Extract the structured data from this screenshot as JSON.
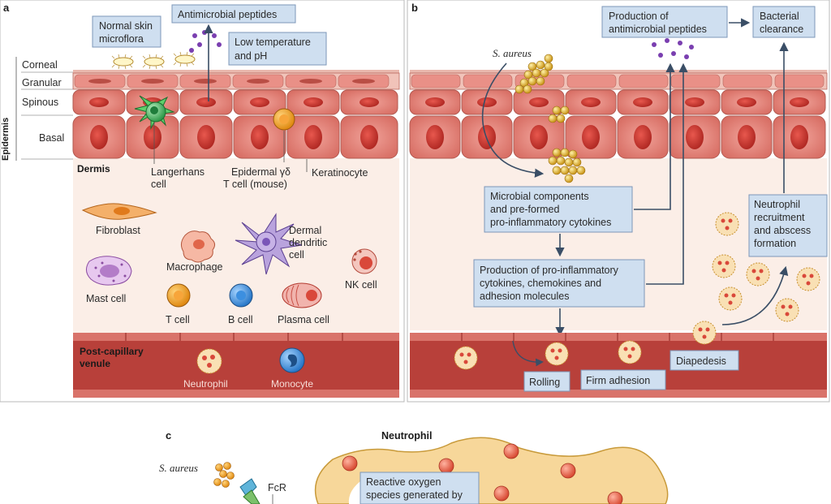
{
  "panel_a": {
    "label": "a",
    "layers": {
      "group": "Epidermis",
      "corneal": "Corneal",
      "granular": "Granular",
      "spinous": "Spinous",
      "basal": "Basal",
      "dermis": "Dermis"
    },
    "boxes": {
      "skin_microflora": [
        "Normal skin",
        "microflora"
      ],
      "antimicrobial": "Antimicrobial peptides",
      "low_temp": [
        "Low temperature",
        "and pH"
      ]
    },
    "cells": {
      "langerhans": [
        "Langerhans",
        "cell"
      ],
      "gd_t_cell": [
        "Epidermal γδ",
        "T cell (mouse)"
      ],
      "keratinocyte": "Keratinocyte",
      "fibroblast": "Fibroblast",
      "macrophage": "Macrophage",
      "dermal_dc": [
        "Dermal",
        "dendritic",
        "cell"
      ],
      "mast_cell": "Mast cell",
      "nk_cell": "NK cell",
      "t_cell": "T cell",
      "b_cell": "B cell",
      "plasma_cell": "Plasma cell"
    },
    "venule": {
      "label": [
        "Post-capillary",
        "venule"
      ],
      "neutrophil": "Neutrophil",
      "monocyte": "Monocyte"
    }
  },
  "panel_b": {
    "label": "b",
    "s_aureus": "S. aureus",
    "boxes": {
      "antimicrobial_prod": [
        "Production of",
        "antimicrobial peptides"
      ],
      "clearance": [
        "Bacterial",
        "clearance"
      ],
      "microbial": [
        "Microbial components",
        "and pre-formed",
        "pro-inflammatory cytokines"
      ],
      "proinflam": [
        "Production of pro-inflammatory",
        "cytokines, chemokines and",
        "adhesion molecules"
      ],
      "neutrophil_recruit": [
        "Neutrophil",
        "recruitment",
        "and abscess",
        "formation"
      ],
      "rolling": "Rolling",
      "firm": "Firm adhesion",
      "diapedesis": "Diapedesis"
    }
  },
  "panel_c": {
    "label": "c",
    "neutrophil": "Neutrophil",
    "s_aureus": "S. aureus",
    "fcr": "FcR",
    "ros": [
      "Reactive oxygen",
      "species generated by"
    ]
  },
  "colors": {
    "box_fill": "#cfdff0",
    "box_stroke": "#7d97b8",
    "arrow": "#3a4e66",
    "keratinocyte": "#e48a80",
    "dermis": "#fbeee7",
    "venule": "#b8403a",
    "neutrophil_body": "#f7d79a"
  }
}
